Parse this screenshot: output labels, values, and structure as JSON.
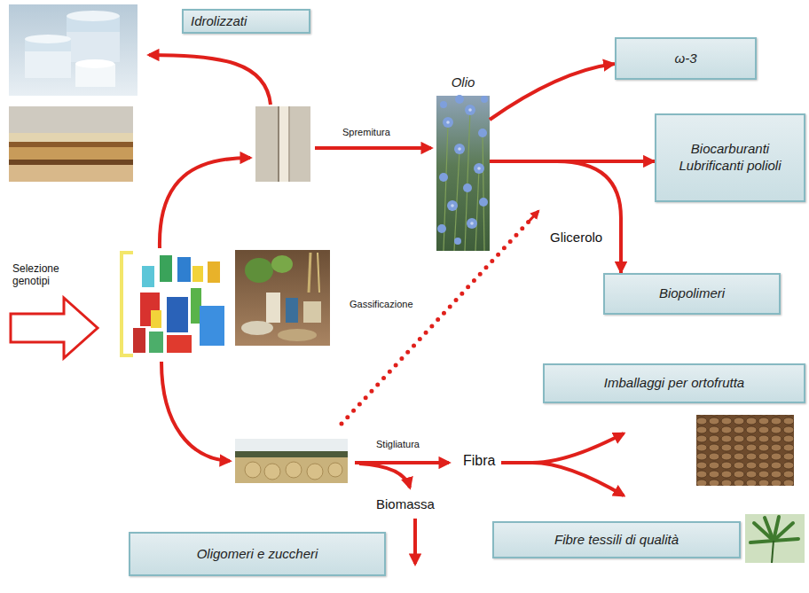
{
  "diagram": {
    "nodes": [
      {
        "text": [
          "Idrolizzati"
        ]
      },
      {
        "text": [
          "Olio"
        ]
      },
      {
        "text": [
          "ω-3"
        ]
      },
      {
        "text": [
          "Biocarburanti Lubrificanti polioli"
        ]
      },
      {
        "text": [
          "Biopolimeri"
        ]
      },
      {
        "text": [
          "Imballaggi per ortofrutta"
        ]
      },
      {
        "text": [
          "Fibre tessili di qualità"
        ]
      },
      {
        "text": [
          "Oligomeri e zuccheri"
        ]
      }
    ],
    "edges": [
      {
        "from": 1,
        "to": 2,
        "arrow": "to"
      },
      {
        "from": 1,
        "to": 3,
        "arrow": "to"
      },
      {
        "from": 1,
        "to": 4,
        "label": "Glicerolo",
        "arrow": "to"
      }
    ],
    "labels": [
      "Selezione genotipi",
      "Spremitura",
      "Gassificazione",
      "Stigliatura",
      "Fibra",
      "Biomassa"
    ]
  }
}
